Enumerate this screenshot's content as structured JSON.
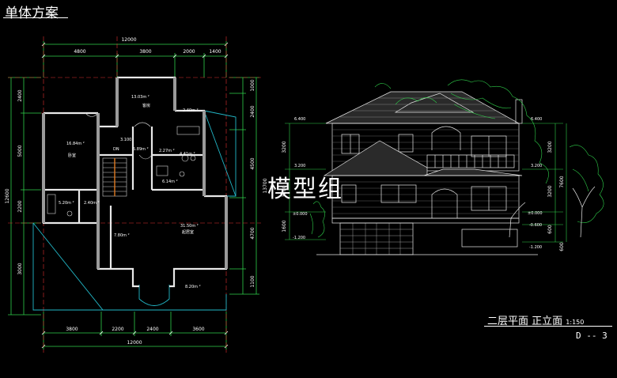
{
  "header": {
    "title": "单体方案"
  },
  "watermark": {
    "text": "模型组"
  },
  "caption": {
    "title": "二层平面 正立面",
    "scale": "1:150",
    "sheet": "D -- 3"
  },
  "plan": {
    "top_total": "12000",
    "top_segments": [
      "4800",
      "3800",
      "2000",
      "1400"
    ],
    "bottom_total": "12000",
    "bottom_segments": [
      "3800",
      "2200",
      "2400",
      "3600"
    ],
    "left_total": "12600",
    "left_segments": [
      "2400",
      "5000",
      "2200",
      "3000"
    ],
    "right_total": "13700",
    "right_segments": [
      "1000",
      "2400",
      "4500",
      "4700",
      "1100"
    ],
    "rooms": {
      "r1_area": "13.03m ²",
      "r1_name": "客房",
      "r2_area": "16.84m ²",
      "r2_name": "卧室",
      "r3_area": "2.40m ²",
      "r4_area": "2.27m ²",
      "r5_area": "4.41m ²",
      "r6_area": "5.89m ²",
      "r7_area": "6.14m ²",
      "r8_area": "5.20m ²",
      "r9_area": "2.40m ²",
      "r10_area": "7.80m ²",
      "r11_area": "31.50m ²",
      "r11_name": "起居室",
      "r12_area": "8.20m ²",
      "stair_dn": "DN",
      "level": "3.100"
    }
  },
  "elevation": {
    "levels_left": [
      "6.400",
      "3.200",
      "±0.000",
      "-1.200"
    ],
    "levels_right": [
      "6.400",
      "3.200",
      "±0.000",
      "-0.600",
      "-1.200"
    ],
    "dims_left": [
      "3200",
      "3200",
      "1600"
    ],
    "dims_right": [
      "3200",
      "3200",
      "600"
    ],
    "dims_right_total": "7600",
    "dims_right_sub": "600"
  }
}
